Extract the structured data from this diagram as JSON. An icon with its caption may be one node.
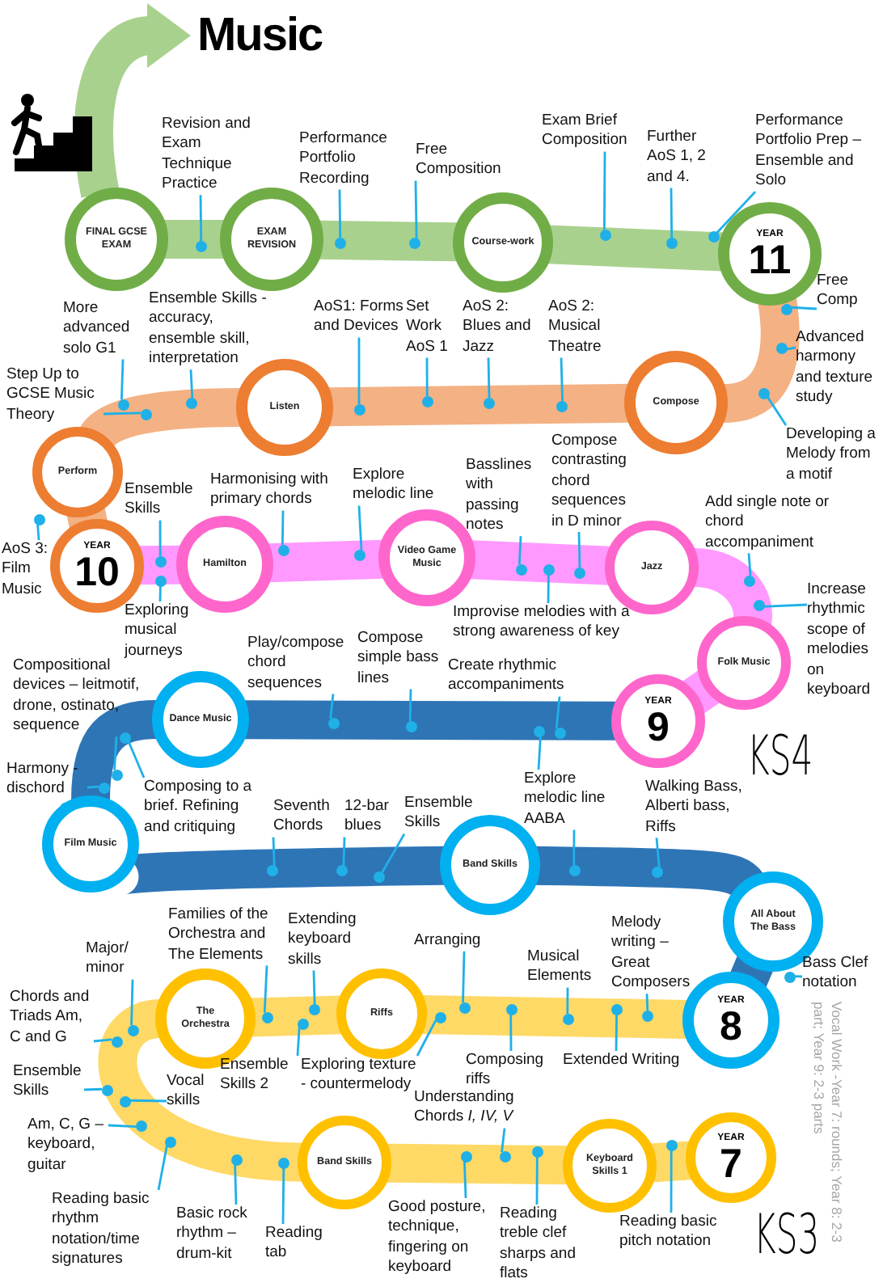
{
  "diagram": {
    "title": "Music",
    "nodes": [
      {
        "text": [
          "FINAL GCSE EXAM"
        ]
      },
      {
        "text": [
          "Revision and Exam Technique Practice"
        ]
      },
      {
        "text": [
          "EXAM REVISION"
        ]
      },
      {
        "text": [
          "Performance Portfolio Recording"
        ]
      },
      {
        "text": [
          "Free Composition"
        ]
      },
      {
        "text": [
          "Course-work"
        ]
      },
      {
        "text": [
          "Exam Brief Composition"
        ]
      },
      {
        "text": [
          "Further AoS 1, 2 and 4."
        ]
      },
      {
        "text": [
          "Performance Portfolio Prep – Ensemble and Solo"
        ]
      },
      {
        "text": [
          "YEAR",
          "11"
        ]
      },
      {
        "text": [
          "Free Comp"
        ]
      },
      {
        "text": [
          "Advanced harmony and texture study"
        ]
      },
      {
        "text": [
          "Developing a Melody from a motif"
        ]
      },
      {
        "text": [
          "More advanced solo G1"
        ]
      },
      {
        "text": [
          "Ensemble Skills - accuracy, ensemble skill, interpretation"
        ]
      },
      {
        "text": [
          "AoS1: Forms and Devices"
        ]
      },
      {
        "text": [
          "Set Work AoS 1"
        ]
      },
      {
        "text": [
          "AoS 2: Blues and Jazz"
        ]
      },
      {
        "text": [
          "AoS 2: Musical Theatre"
        ]
      },
      {
        "text": [
          "Step Up to GCSE Music Theory"
        ]
      },
      {
        "text": [
          "Listen"
        ]
      },
      {
        "text": [
          "Compose"
        ]
      },
      {
        "text": [
          "Perform"
        ]
      },
      {
        "text": [
          "AoS 3: Film Music"
        ]
      },
      {
        "text": [
          "YEAR",
          "10"
        ]
      },
      {
        "text": [
          "Ensemble Skills"
        ]
      },
      {
        "text": [
          "Harmonising with primary chords"
        ]
      },
      {
        "text": [
          "Explore melodic line"
        ]
      },
      {
        "text": [
          "Basslines with passing notes"
        ]
      },
      {
        "text": [
          "Compose contrasting chord sequences in D minor"
        ]
      },
      {
        "text": [
          "Add single note or chord accompaniment"
        ]
      },
      {
        "text": [
          "Hamilton"
        ]
      },
      {
        "text": [
          "Video Game Music"
        ]
      },
      {
        "text": [
          "Jazz"
        ]
      },
      {
        "text": [
          "Exploring musical journeys"
        ]
      },
      {
        "text": [
          "Improvise melodies with a strong awareness of key"
        ]
      },
      {
        "text": [
          "Increase rhythmic scope of melodies on keyboard"
        ]
      },
      {
        "text": [
          "Folk Music"
        ]
      },
      {
        "text": [
          "Compositional devices – leitmotif, drone, ostinato, sequence"
        ]
      },
      {
        "text": [
          "Play/compose chord sequences"
        ]
      },
      {
        "text": [
          "Compose simple bass lines"
        ]
      },
      {
        "text": [
          "Create rhythmic accompaniments"
        ]
      },
      {
        "text": [
          "Dance Music"
        ]
      },
      {
        "text": [
          "YEAR",
          "9"
        ]
      },
      {
        "text": [
          "Harmony - dischord"
        ]
      },
      {
        "text": [
          "Composing to a brief. Refining and critiquing"
        ]
      },
      {
        "text": [
          "Seventh Chords"
        ]
      },
      {
        "text": [
          "12-bar blues"
        ]
      },
      {
        "text": [
          "Ensemble Skills"
        ]
      },
      {
        "text": [
          "Explore melodic line AABA"
        ]
      },
      {
        "text": [
          "Walking Bass, Alberti bass, Riffs"
        ]
      },
      {
        "text": [
          "Film Music"
        ]
      },
      {
        "text": [
          "Band Skills"
        ]
      },
      {
        "text": [
          "All About The Bass"
        ]
      },
      {
        "text": [
          "Families of the Orchestra and The Elements"
        ]
      },
      {
        "text": [
          "Extending keyboard skills"
        ]
      },
      {
        "text": [
          "Arranging"
        ]
      },
      {
        "text": [
          "Musical Elements"
        ]
      },
      {
        "text": [
          "Melody writing – Great Composers"
        ]
      },
      {
        "text": [
          "Bass Clef notation"
        ]
      },
      {
        "text": [
          "Major/ minor"
        ]
      },
      {
        "text": [
          "Chords and Triads Am, C and G"
        ]
      },
      {
        "text": [
          "The Orchestra"
        ]
      },
      {
        "text": [
          "Riffs"
        ]
      },
      {
        "text": [
          "YEAR",
          "8"
        ]
      },
      {
        "text": [
          "Ensemble Skills"
        ]
      },
      {
        "text": [
          "Vocal skills"
        ]
      },
      {
        "text": [
          "Ensemble Skills 2"
        ]
      },
      {
        "text": [
          "Exploring texture - countermelody"
        ]
      },
      {
        "text": [
          "Composing riffs"
        ]
      },
      {
        "text": [
          "Extended Writing"
        ]
      },
      {
        "text": [
          "Am, C, G – keyboard, guitar"
        ]
      },
      {
        "text": [
          "Understanding Chords *I, IV, V*"
        ]
      },
      {
        "text": [
          "Band Skills"
        ]
      },
      {
        "text": [
          "Keyboard Skills 1"
        ]
      },
      {
        "text": [
          "YEAR",
          "7"
        ]
      },
      {
        "text": [
          "Reading basic rhythm notation/time signatures"
        ]
      },
      {
        "text": [
          "Basic rock rhythm – drum-kit"
        ]
      },
      {
        "text": [
          "Reading tab"
        ]
      },
      {
        "text": [
          "Good posture, technique, fingering on keyboard"
        ]
      },
      {
        "text": [
          "Reading treble clef sharps and flats"
        ]
      },
      {
        "text": [
          "Reading basic pitch notation"
        ]
      },
      {
        "text": [],
        "shape": "circle"
      },
      {
        "text": [],
        "shape": "circle"
      },
      {
        "text": [],
        "shape": "circle"
      },
      {
        "text": [],
        "shape": "circle"
      },
      {
        "text": [],
        "shape": "circle"
      },
      {
        "text": [],
        "shape": "circle"
      },
      {
        "text": [],
        "shape": "circle"
      },
      {
        "text": [],
        "shape": "circle"
      },
      {
        "text": [],
        "shape": "circle"
      },
      {
        "text": [],
        "shape": "circle"
      },
      {
        "text": [],
        "shape": "circle"
      },
      {
        "text": [],
        "shape": "circle"
      },
      {
        "text": [],
        "shape": "circle"
      },
      {
        "text": [],
        "shape": "circle"
      },
      {
        "text": [],
        "shape": "circle"
      },
      {
        "text": [],
        "shape": "circle"
      },
      {
        "text": [],
        "shape": "circle"
      },
      {
        "text": [],
        "shape": "circle"
      },
      {
        "text": [],
        "shape": "circle"
      },
      {
        "text": [],
        "shape": "circle"
      },
      {
        "text": [],
        "shape": "circle"
      },
      {
        "text": [],
        "shape": "circle"
      },
      {
        "text": [],
        "shape": "circle"
      },
      {
        "text": [],
        "shape": "circle"
      },
      {
        "text": [],
        "shape": "circle"
      },
      {
        "text": [],
        "shape": "circle"
      },
      {
        "text": [],
        "shape": "circle"
      },
      {
        "text": [],
        "shape": "circle"
      },
      {
        "text": [],
        "shape": "circle"
      },
      {
        "text": [],
        "shape": "circle"
      },
      {
        "text": [],
        "shape": "circle"
      },
      {
        "text": [],
        "shape": "circle"
      },
      {
        "text": [],
        "shape": "circle"
      },
      {
        "text": [],
        "shape": "circle"
      },
      {
        "text": [],
        "shape": "circle"
      },
      {
        "text": [],
        "shape": "circle"
      },
      {
        "text": [],
        "shape": "circle"
      },
      {
        "text": [],
        "shape": "circle"
      },
      {
        "text": [],
        "shape": "circle"
      },
      {
        "text": [],
        "shape": "circle"
      },
      {
        "text": [],
        "shape": "circle"
      },
      {
        "text": [],
        "shape": "circle"
      },
      {
        "text": [],
        "shape": "circle"
      },
      {
        "text": [],
        "shape": "circle"
      },
      {
        "text": [],
        "shape": "circle"
      },
      {
        "text": [],
        "shape": "circle"
      },
      {
        "text": [],
        "shape": "circle"
      },
      {
        "text": [],
        "shape": "circle"
      },
      {
        "text": [],
        "shape": "circle"
      },
      {
        "text": [],
        "shape": "circle"
      },
      {
        "text": [],
        "shape": "circle"
      },
      {
        "text": [],
        "shape": "circle"
      },
      {
        "text": [],
        "shape": "circle"
      },
      {
        "text": [],
        "shape": "circle"
      },
      {
        "text": [],
        "shape": "circle"
      },
      {
        "text": [],
        "shape": "circle"
      },
      {
        "text": [],
        "shape": "circle"
      },
      {
        "text": [],
        "shape": "circle"
      },
      {
        "text": [],
        "shape": "circle"
      },
      {
        "text": [],
        "shape": "circle"
      }
    ],
    "edges": [
      {
        "from": 75,
        "to": 74,
        "arrow": "none",
        "style": "thick",
        "color": "#ffd966"
      },
      {
        "from": 74,
        "to": 73,
        "arrow": "none",
        "style": "thick",
        "color": "#ffd966"
      },
      {
        "from": 73,
        "to": 62,
        "arrow": "none",
        "style": "thick",
        "color": "#ffd966"
      },
      {
        "from": 62,
        "to": 63,
        "arrow": "none",
        "style": "thick",
        "color": "#ffd966"
      },
      {
        "from": 63,
        "to": 64,
        "arrow": "none",
        "style": "thick",
        "color": "#ffd966"
      },
      {
        "from": 64,
        "to": 53,
        "arrow": "none",
        "style": "thick",
        "color": "#2e75b6"
      },
      {
        "from": 53,
        "to": 52,
        "arrow": "none",
        "style": "thick",
        "color": "#2e75b6"
      },
      {
        "from": 52,
        "to": 51,
        "arrow": "none",
        "style": "thick",
        "color": "#2e75b6"
      },
      {
        "from": 51,
        "to": 42,
        "arrow": "none",
        "style": "thick",
        "color": "#2e75b6"
      },
      {
        "from": 42,
        "to": 43,
        "arrow": "none",
        "style": "thick",
        "color": "#2e75b6"
      },
      {
        "from": 43,
        "to": 37,
        "arrow": "none",
        "style": "thick",
        "color": "#ff99ff"
      },
      {
        "from": 37,
        "to": 33,
        "arrow": "none",
        "style": "thick",
        "color": "#ff99ff"
      },
      {
        "from": 33,
        "to": 32,
        "arrow": "none",
        "style": "thick",
        "color": "#ff99ff"
      },
      {
        "from": 32,
        "to": 31,
        "arrow": "none",
        "style": "thick",
        "color": "#ff99ff"
      },
      {
        "from": 31,
        "to": 24,
        "arrow": "none",
        "style": "thick",
        "color": "#ff99ff"
      },
      {
        "from": 24,
        "to": 22,
        "arrow": "none",
        "style": "thick",
        "color": "#f4b183"
      },
      {
        "from": 22,
        "to": 20,
        "arrow": "none",
        "style": "thick",
        "color": "#f4b183"
      },
      {
        "from": 20,
        "to": 21,
        "arrow": "none",
        "style": "thick",
        "color": "#f4b183"
      },
      {
        "from": 21,
        "to": 9,
        "arrow": "none",
        "style": "thick",
        "color": "#f4b183"
      },
      {
        "from": 9,
        "to": 5,
        "arrow": "none",
        "style": "thick",
        "color": "#a9d18e"
      },
      {
        "from": 5,
        "to": 2,
        "arrow": "none",
        "style": "thick",
        "color": "#a9d18e"
      },
      {
        "from": 2,
        "to": 0,
        "arrow": "none",
        "style": "thick",
        "color": "#a9d18e"
      },
      {
        "from": 1,
        "to": 82,
        "arrow": "none"
      },
      {
        "from": 3,
        "to": 83,
        "arrow": "none"
      },
      {
        "from": 4,
        "to": 84,
        "arrow": "none"
      },
      {
        "from": 6,
        "to": 85,
        "arrow": "none"
      },
      {
        "from": 7,
        "to": 86,
        "arrow": "none"
      },
      {
        "from": 8,
        "to": 87,
        "arrow": "none"
      },
      {
        "from": 10,
        "to": 88,
        "arrow": "none"
      },
      {
        "from": 11,
        "to": 89,
        "arrow": "none"
      },
      {
        "from": 12,
        "to": 90,
        "arrow": "none"
      },
      {
        "from": 13,
        "to": 91,
        "arrow": "none"
      },
      {
        "from": 14,
        "to": 92,
        "arrow": "none"
      },
      {
        "from": 15,
        "to": 93,
        "arrow": "none"
      },
      {
        "from": 16,
        "to": 94,
        "arrow": "none"
      },
      {
        "from": 17,
        "to": 95,
        "arrow": "none"
      },
      {
        "from": 18,
        "to": 96,
        "arrow": "none"
      },
      {
        "from": 19,
        "to": 97,
        "arrow": "none"
      },
      {
        "from": 23,
        "to": 98,
        "arrow": "none"
      },
      {
        "from": 25,
        "to": 99,
        "arrow": "none"
      },
      {
        "from": 26,
        "to": 100,
        "arrow": "none"
      },
      {
        "from": 27,
        "to": 101,
        "arrow": "none"
      },
      {
        "from": 28,
        "to": 102,
        "arrow": "none"
      },
      {
        "from": 29,
        "to": 103,
        "arrow": "none"
      },
      {
        "from": 30,
        "to": 104,
        "arrow": "none"
      },
      {
        "from": 34,
        "to": 105,
        "arrow": "none"
      },
      {
        "from": 35,
        "to": 106,
        "arrow": "none"
      },
      {
        "from": 36,
        "to": 107,
        "arrow": "none"
      },
      {
        "from": 38,
        "to": 108,
        "arrow": "none"
      },
      {
        "from": 39,
        "to": 109,
        "arrow": "none"
      },
      {
        "from": 40,
        "to": 110,
        "arrow": "none"
      },
      {
        "from": 41,
        "to": 111,
        "arrow": "none"
      },
      {
        "from": 44,
        "to": 112,
        "arrow": "none"
      },
      {
        "from": 44,
        "to": 51,
        "arrow": "other"
      },
      {
        "from": 45,
        "to": 113,
        "arrow": "none"
      },
      {
        "from": 46,
        "to": 114,
        "arrow": "none"
      },
      {
        "from": 47,
        "to": 115,
        "arrow": "none"
      },
      {
        "from": 48,
        "to": 116,
        "arrow": "none"
      },
      {
        "from": 49,
        "to": 117,
        "arrow": "none"
      },
      {
        "from": 49,
        "to": 118,
        "arrow": "none"
      },
      {
        "from": 50,
        "to": 119,
        "arrow": "none"
      },
      {
        "from": 54,
        "to": 120,
        "arrow": "none"
      },
      {
        "from": 55,
        "to": 121,
        "arrow": "none"
      },
      {
        "from": 56,
        "to": 122,
        "arrow": "none"
      },
      {
        "from": 57,
        "to": 123,
        "arrow": "none"
      },
      {
        "from": 58,
        "to": 124,
        "arrow": "none"
      },
      {
        "from": 59,
        "to": 125,
        "arrow": "none"
      },
      {
        "from": 60,
        "to": 126,
        "arrow": "none"
      },
      {
        "from": 61,
        "to": 127,
        "arrow": "none"
      },
      {
        "from": 65,
        "to": 128,
        "arrow": "none"
      },
      {
        "from": 66,
        "to": 129,
        "arrow": "none"
      },
      {
        "from": 67,
        "to": 130,
        "arrow": "none"
      },
      {
        "from": 68,
        "to": 131,
        "arrow": "none"
      },
      {
        "from": 69,
        "to": 132,
        "arrow": "none"
      },
      {
        "from": 70,
        "to": 133,
        "arrow": "none"
      },
      {
        "from": 71,
        "to": 134,
        "arrow": "none"
      },
      {
        "from": 72,
        "to": 135,
        "arrow": "none"
      },
      {
        "from": 76,
        "to": 136,
        "arrow": "none"
      },
      {
        "from": 77,
        "to": 137,
        "arrow": "none"
      },
      {
        "from": 78,
        "to": 138,
        "arrow": "none"
      },
      {
        "from": 79,
        "to": 139,
        "arrow": "none"
      },
      {
        "from": 80,
        "to": 140,
        "arrow": "none"
      },
      {
        "from": 81,
        "to": 141,
        "arrow": "none"
      }
    ],
    "labels": [
      "KS4",
      "KS3",
      "Vocal Work -Year 7: rounds; Year 8: 2-3 part; Year 9: 2-3 parts"
    ]
  }
}
